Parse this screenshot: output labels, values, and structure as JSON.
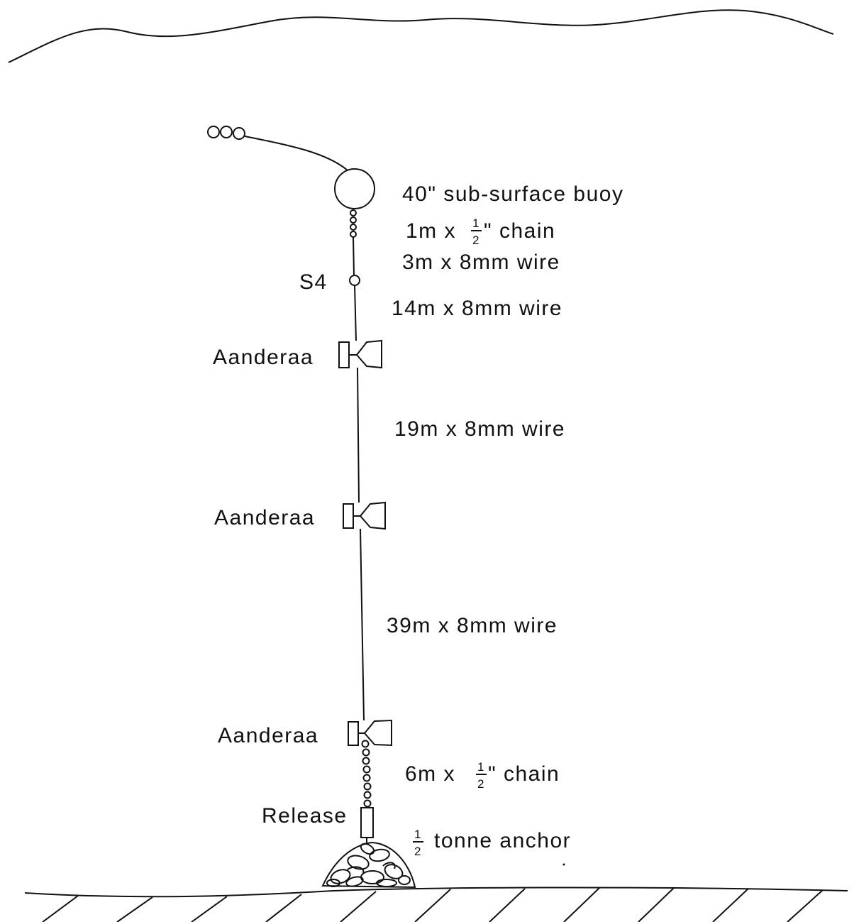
{
  "labels": {
    "buoy": "40\" sub-surface buoy",
    "chain_top_pre": "1m x ",
    "chain_top_post": "\" chain",
    "wire_3m": "3m x 8mm wire",
    "s4": "S4",
    "wire_14m": "14m x 8mm wire",
    "aanderaa_1": "Aanderaa",
    "wire_19m": "19m x 8mm wire",
    "aanderaa_2": "Aanderaa",
    "wire_39m": "39m x 8mm wire",
    "aanderaa_3": "Aanderaa",
    "chain_bottom_pre": "6m x ",
    "chain_bottom_post": "\" chain",
    "release": "Release",
    "anchor": "tonne anchor",
    "frac_num": "1",
    "frac_den": "2"
  },
  "colors": {
    "ink": "#111111",
    "background": "#ffffff"
  }
}
